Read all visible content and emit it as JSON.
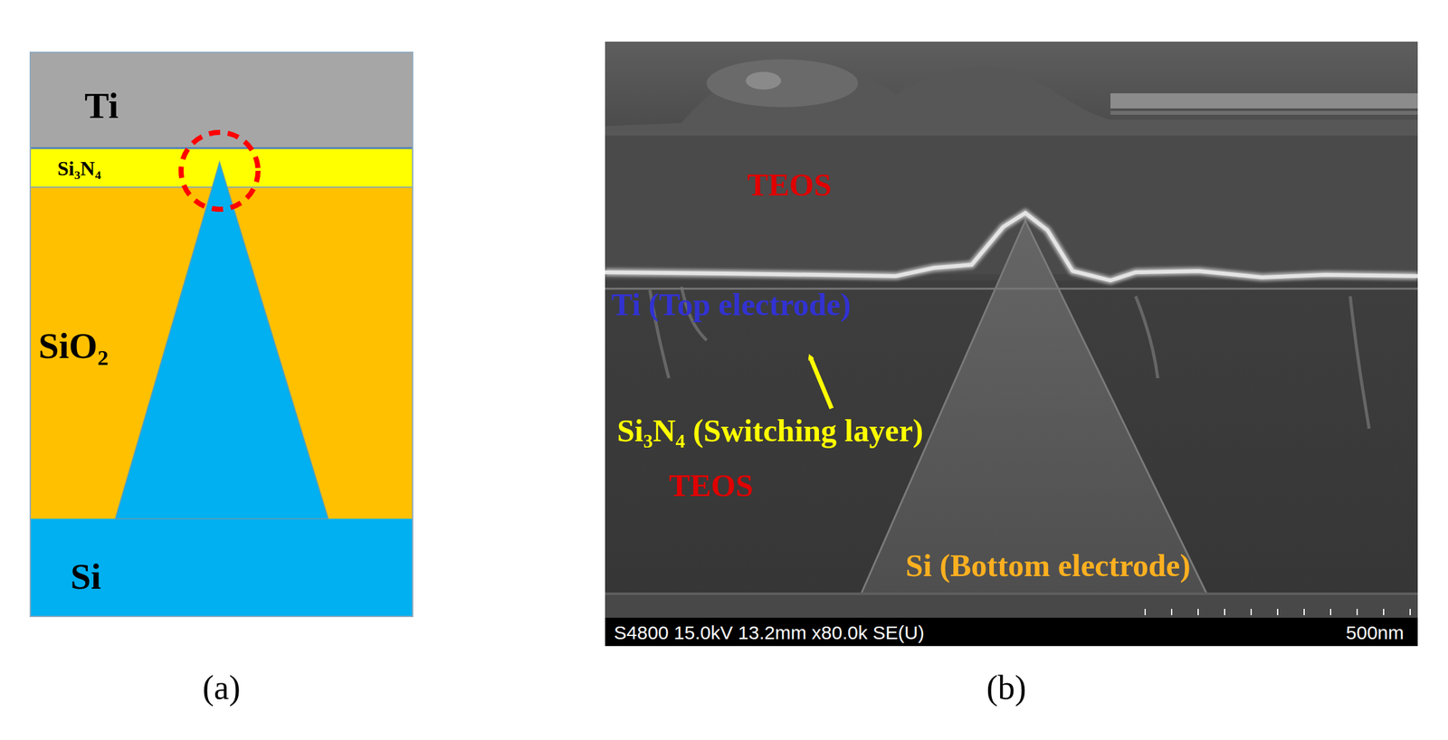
{
  "diagram": {
    "nodes": [
      {
        "text": [
          "Ti"
        ]
      },
      {
        "text": [
          "Si₃N₄"
        ]
      },
      {
        "text": [
          "SiO₂"
        ]
      },
      {
        "text": [
          "Si"
        ]
      }
    ],
    "labels": [
      "TEOS",
      "Ti (Top electrode)",
      "Si₃N₄ (Switching layer)",
      "TEOS",
      "Si (Bottom electrode)",
      "S4800 15.0kV 13.2mm x80.0k SE(U)",
      "500nm",
      "(a)",
      "(b)"
    ]
  }
}
